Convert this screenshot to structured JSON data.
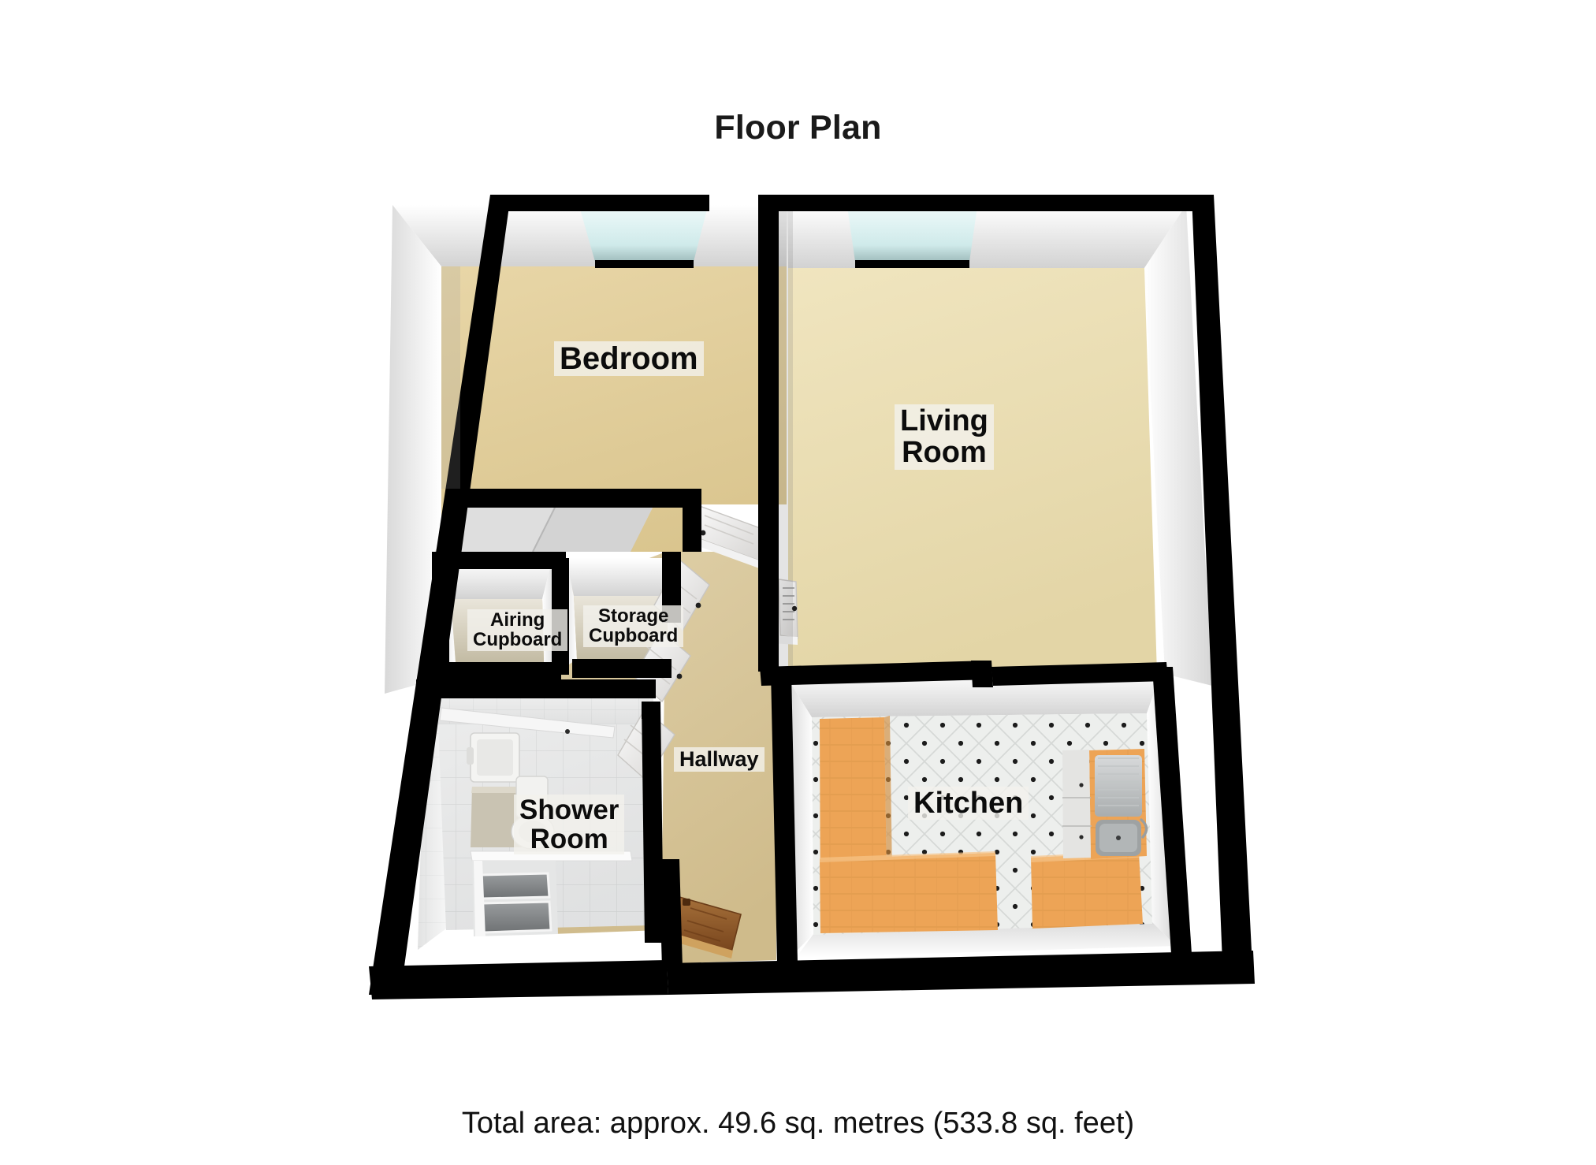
{
  "document": {
    "title": "Floor Plan",
    "footer": "Total area: approx. 49.6 sq. metres (533.8 sq. feet)"
  },
  "area": {
    "metric_value": "49.6",
    "metric_unit": "sq. metres",
    "imperial_value": "533.8",
    "imperial_unit": "sq. feet"
  },
  "rooms": [
    {
      "id": "bedroom",
      "label": "Bedroom",
      "floor_color": "#e2ce9c",
      "floor_type": "carpet"
    },
    {
      "id": "living-room",
      "label": "Living\nRoom",
      "floor_color": "#eadfb5",
      "floor_type": "carpet"
    },
    {
      "id": "kitchen",
      "label": "Kitchen",
      "floor_color": "#e9ebe9",
      "floor_type": "tile-diamond"
    },
    {
      "id": "shower-room",
      "label": "Shower\nRoom",
      "floor_color": "#e3e4e4",
      "floor_type": "tile-square"
    },
    {
      "id": "hallway",
      "label": "Hallway",
      "floor_color": "#d8c79b",
      "floor_type": "carpet"
    },
    {
      "id": "airing-cupboard",
      "label": "Airing\nCupboard",
      "floor_color": "#cfc6ad",
      "floor_type": "carpet"
    },
    {
      "id": "storage-cupboard",
      "label": "Storage\nCupboard",
      "floor_color": "#cfc6ad",
      "floor_type": "carpet"
    }
  ],
  "fixtures": [
    {
      "id": "kitchen-counter-left",
      "name": "kitchen-counter",
      "color": "#efa95c"
    },
    {
      "id": "kitchen-counter-bottom",
      "name": "kitchen-counter",
      "color": "#efa95c"
    },
    {
      "id": "kitchen-counter-right",
      "name": "kitchen-counter",
      "color": "#efa95c"
    },
    {
      "id": "kitchen-sink",
      "name": "sink",
      "color": "#b9bcbd"
    },
    {
      "id": "kitchen-appliance",
      "name": "appliance",
      "color": "#e2e2e0"
    },
    {
      "id": "shower-enclosure",
      "name": "shower",
      "color": "#8b8e90"
    },
    {
      "id": "wc-toilet",
      "name": "toilet",
      "color": "#f2f2f0"
    },
    {
      "id": "wash-basin",
      "name": "basin",
      "color": "#f4f4f2"
    },
    {
      "id": "boiler-unit",
      "name": "boiler",
      "color": "#c9c3b2"
    }
  ],
  "openings": [
    {
      "id": "window-bedroom",
      "name": "window",
      "glass_color": "#d9efef"
    },
    {
      "id": "window-living",
      "name": "window",
      "glass_color": "#d9efef"
    },
    {
      "id": "door-bedroom",
      "name": "interior-door",
      "state": "open"
    },
    {
      "id": "door-living",
      "name": "interior-door",
      "state": "open"
    },
    {
      "id": "door-storage",
      "name": "interior-door",
      "state": "open"
    },
    {
      "id": "door-airing",
      "name": "interior-door",
      "state": "open"
    },
    {
      "id": "door-shower",
      "name": "interior-door",
      "state": "open"
    },
    {
      "id": "door-entrance",
      "name": "front-door",
      "state": "open",
      "color": "#8a5a2b"
    }
  ],
  "palette": {
    "wall_outline": "#000000",
    "wall_face_light": "#ffffff",
    "wall_face_shade": "#c9c9c9",
    "carpet_living": "#eadfb5",
    "carpet_bedroom": "#e2ce9c",
    "carpet_hallway": "#d8c79b",
    "tile_kitchen": "#e9ebe9",
    "tile_shower": "#e3e4e4",
    "counter_wood": "#efa95c",
    "window_glass": "#d9efef",
    "front_door_wood": "#8a5a2b",
    "label_background": "#f3f1ec",
    "text": "#0c0c0c"
  }
}
